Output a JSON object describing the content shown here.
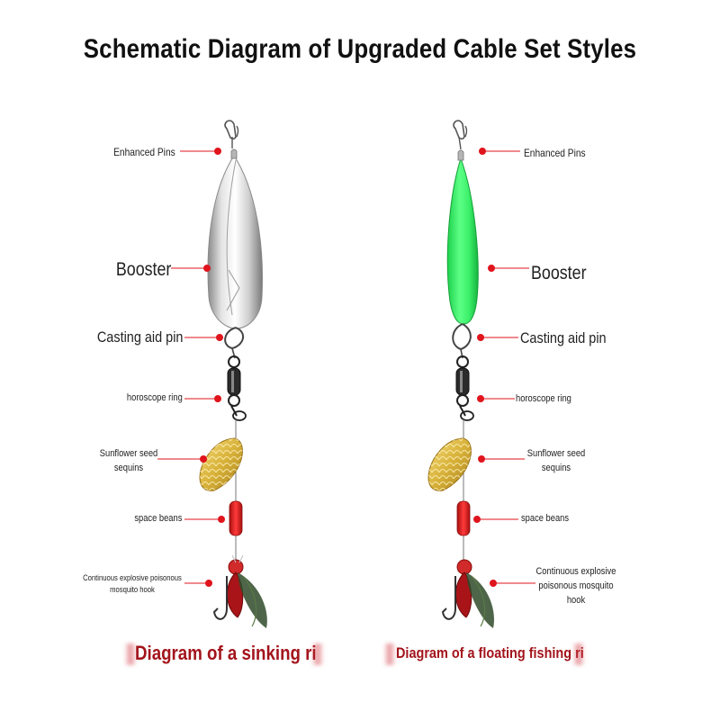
{
  "title": "Schematic Diagram of Upgraded Cable Set Styles",
  "left": {
    "enhanced_pins": "Enhanced Pins",
    "booster": "Booster",
    "casting_aid_pin": "Casting aid pin",
    "horoscope_ring": "horoscope ring",
    "sunflower_line1": "Sunflower seed",
    "sunflower_line2": "sequins",
    "space_beans": "space beans",
    "hook_line1": "Continuous explosive poisonous",
    "hook_line2": "mosquito hook",
    "caption": "Diagram of a sinking ri"
  },
  "right": {
    "enhanced_pins": "Enhanced Pins",
    "booster": "Booster",
    "casting_aid_pin": "Casting aid pin",
    "horoscope_ring": "horoscope ring",
    "sunflower_line1": "Sunflower seed",
    "sunflower_line2": "sequins",
    "space_beans": "space beans",
    "hook_line1": "Continuous explosive",
    "hook_line2": "poisonous mosquito",
    "hook_line3": "hook",
    "caption": "Diagram of a floating fishing ri"
  },
  "colors": {
    "caption": "#a3141c",
    "marker": "#e0141c",
    "sinker": "#c9c9c9",
    "floater": "#3cf06a",
    "spinner": "#d8b23a",
    "bead": "#e02020"
  }
}
